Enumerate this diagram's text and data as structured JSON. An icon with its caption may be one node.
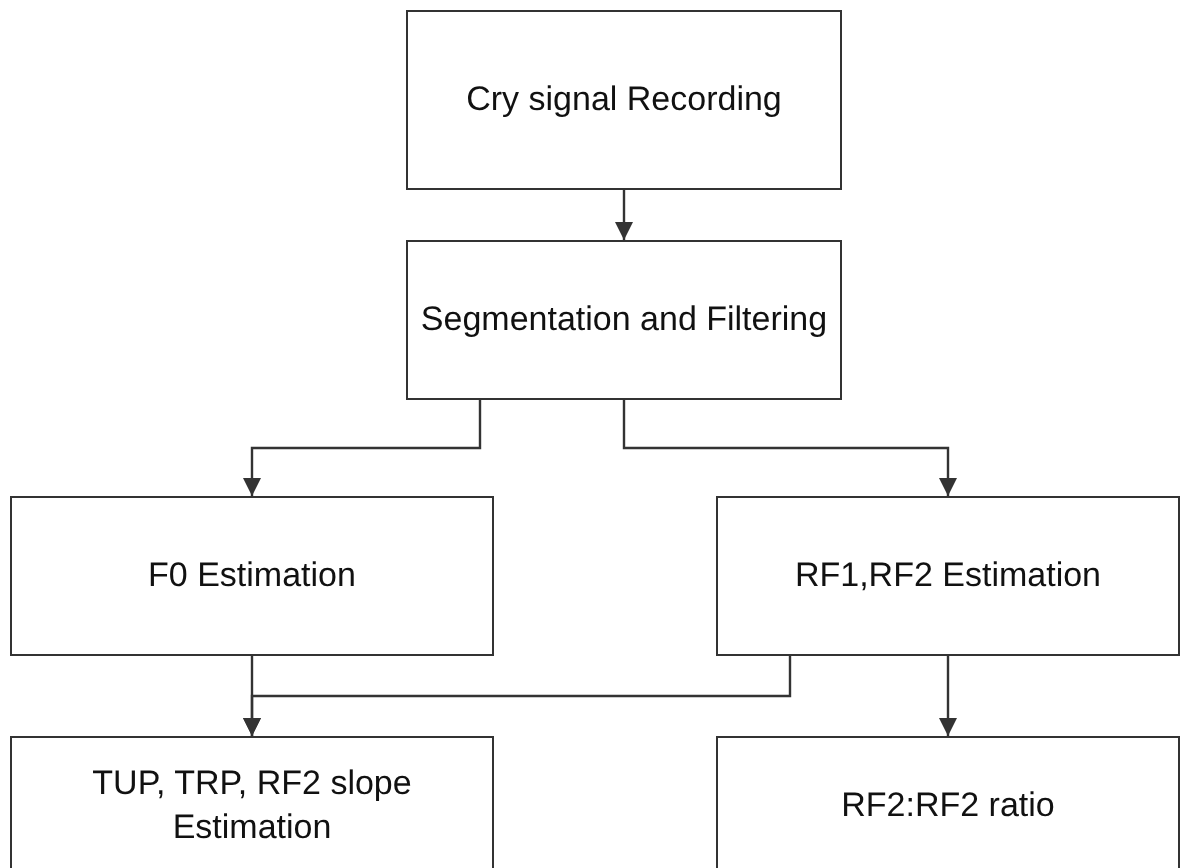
{
  "diagram": {
    "nodes": [
      {
        "text": [
          "Cry signal Recording"
        ]
      },
      {
        "text": [
          "Segmentation and Filtering"
        ]
      },
      {
        "text": [
          "F0 Estimation"
        ]
      },
      {
        "text": [
          "RF1,RF2 Estimation"
        ]
      },
      {
        "text": [
          "TUP, TRP, RF2 slope Estimation"
        ]
      },
      {
        "text": [
          "RF2:RF2 ratio"
        ]
      }
    ],
    "edges": [
      {
        "from": 0,
        "to": 1,
        "arrow": "to"
      },
      {
        "from": 1,
        "to": 2,
        "arrow": "to"
      },
      {
        "from": 1,
        "to": 3,
        "arrow": "to"
      },
      {
        "from": 2,
        "to": 4,
        "arrow": "to"
      },
      {
        "from": 3,
        "to": 4,
        "arrow": "to"
      },
      {
        "from": 3,
        "to": 5,
        "arrow": "to"
      }
    ]
  }
}
